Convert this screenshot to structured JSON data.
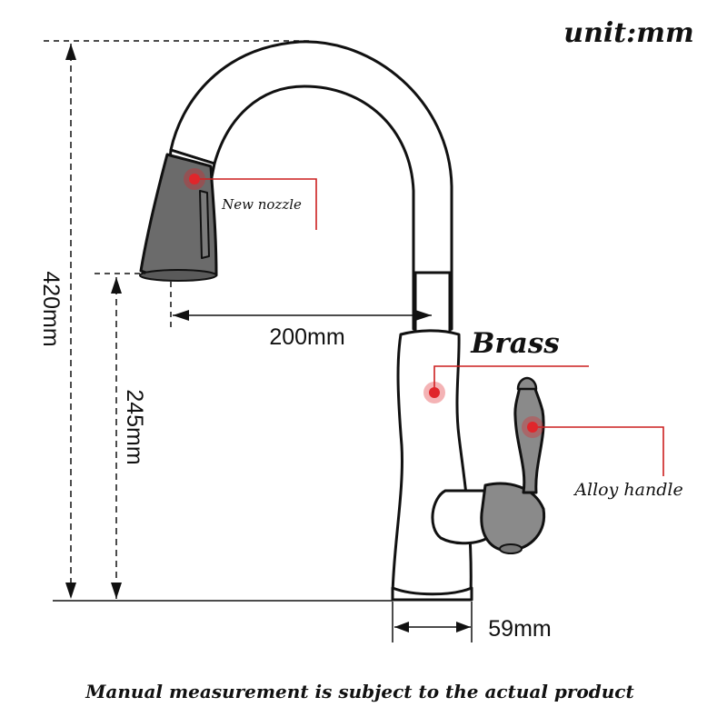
{
  "unit_label": "unit:mm",
  "dimensions": {
    "total_height": "420mm",
    "spout_height": "245mm",
    "reach": "200mm",
    "base_width": "59mm"
  },
  "callouts": {
    "nozzle": "New nozzle",
    "body": "Brass",
    "handle": "Alloy handle"
  },
  "footer_note": "Manual measurement is subject to the actual product",
  "colors": {
    "outline": "#111111",
    "leader_line": "#cc1f1f",
    "marker": "#e0262b",
    "nozzle_fill": "#6b6b6b",
    "handle_fill": "#8a8a8a",
    "dimension_line": "#111111"
  }
}
